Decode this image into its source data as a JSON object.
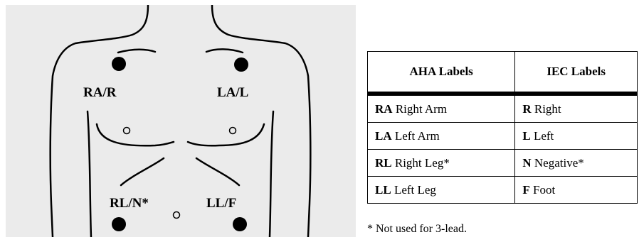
{
  "figure": {
    "labels": {
      "ra": "RA/R",
      "la": "LA/L",
      "rl": "RL/N*",
      "ll": "LL/F"
    }
  },
  "table": {
    "headers": [
      "AHA Labels",
      "IEC Labels"
    ],
    "rows": [
      {
        "aha_abbr": "RA",
        "aha_text": "Right Arm",
        "iec_abbr": "R",
        "iec_text": "Right"
      },
      {
        "aha_abbr": "LA",
        "aha_text": "Left Arm",
        "iec_abbr": "L",
        "iec_text": "Left"
      },
      {
        "aha_abbr": "RL",
        "aha_text": "Right Leg*",
        "iec_abbr": "N",
        "iec_text": "Negative*"
      },
      {
        "aha_abbr": "LL",
        "aha_text": "Left Leg",
        "iec_abbr": "F",
        "iec_text": "Foot"
      }
    ]
  },
  "footnote": "* Not used for 3-lead."
}
